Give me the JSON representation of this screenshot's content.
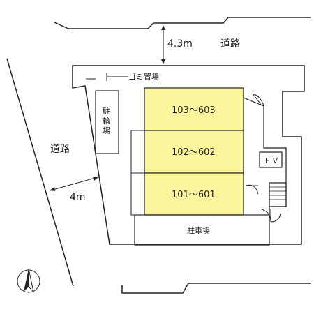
{
  "labels": {
    "road_top": "道路",
    "road_left": "道路",
    "dist_top": "4.3m",
    "dist_left": "4m",
    "garbage": "ゴミ置場",
    "bicycle": [
      "駐",
      "輪",
      "場"
    ],
    "unit_top": "103～603",
    "unit_mid": "102～602",
    "unit_bottom": "101～601",
    "ev": "ＥＶ",
    "parking": "駐車場"
  },
  "colors": {
    "unit_fill": "#faf59a",
    "line": "#222222"
  },
  "icons": {
    "north": "north-arrow-icon"
  }
}
